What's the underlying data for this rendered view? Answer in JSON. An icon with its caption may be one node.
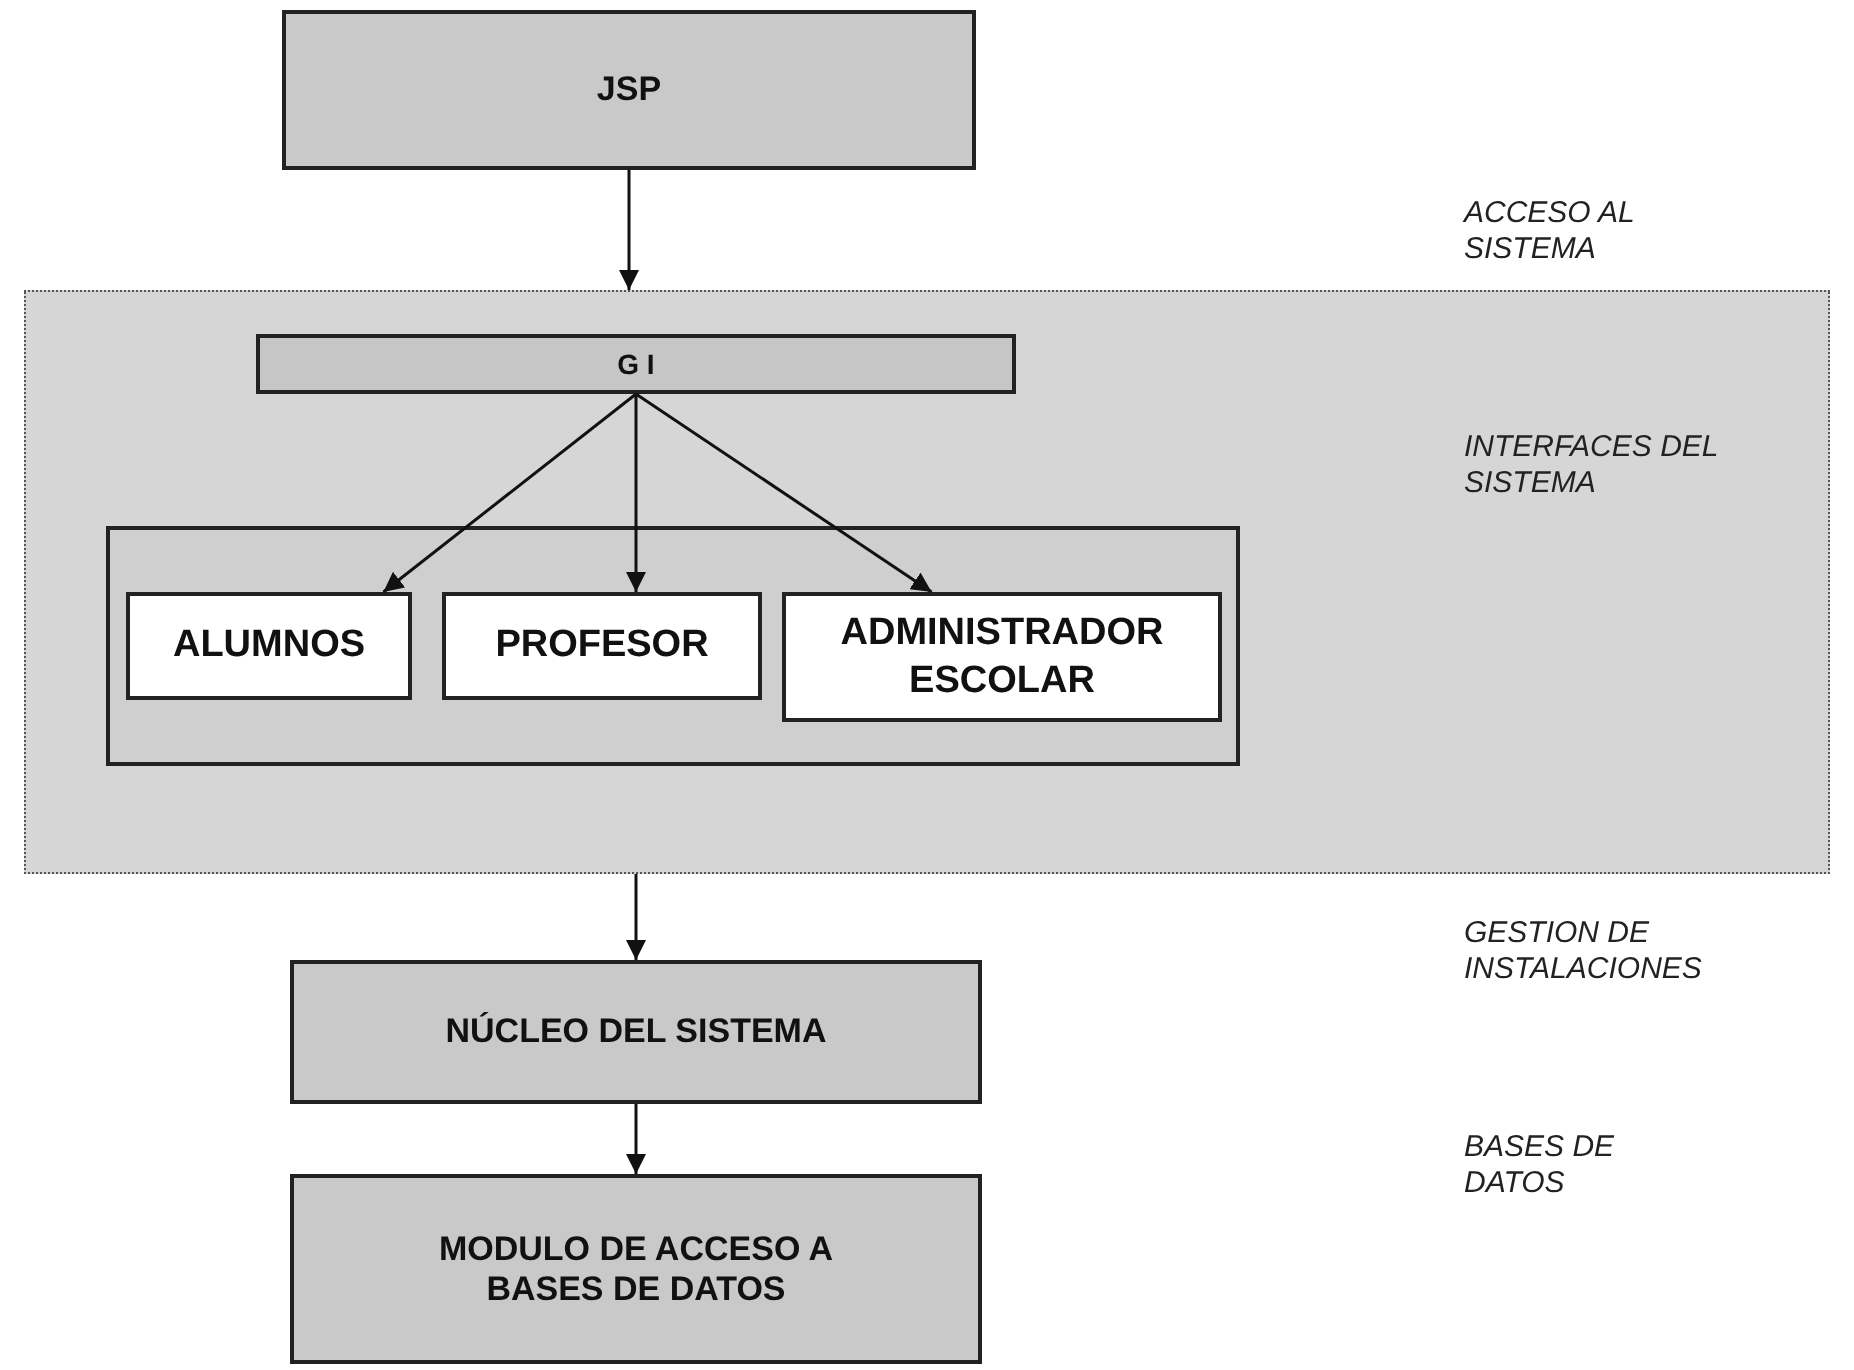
{
  "diagram": {
    "nodes": [
      {
        "text": [
          "JSP"
        ]
      },
      {
        "text": [],
        "shape": "box"
      },
      {
        "text": [
          "G I"
        ],
        "in": 1
      },
      {
        "text": [],
        "shape": "box",
        "in": 1
      },
      {
        "text": [
          "ALUMNOS"
        ],
        "in": 3
      },
      {
        "text": [
          "PROFESOR"
        ],
        "in": 3
      },
      {
        "text": [
          "ADMINISTRADOR ESCOLAR"
        ],
        "in": 3
      },
      {
        "text": [
          "NÚCLEO DEL SISTEMA"
        ]
      },
      {
        "text": [
          "MODULO DE ACCESO A BASES DE DATOS"
        ]
      }
    ],
    "edges": [
      {
        "from": 0,
        "to": 1,
        "arrow": "to"
      },
      {
        "from": 2,
        "to": 4,
        "arrow": "to"
      },
      {
        "from": 2,
        "to": 5,
        "arrow": "to"
      },
      {
        "from": 2,
        "to": 6,
        "arrow": "to"
      },
      {
        "from": 1,
        "to": 7,
        "arrow": "to"
      },
      {
        "from": 7,
        "to": 8,
        "arrow": "to"
      }
    ],
    "labels": [
      "ACCESO AL SISTEMA",
      "INTERFACES DEL SISTEMA",
      "GESTION DE INSTALACIONES",
      "BASES DE DATOS"
    ]
  }
}
